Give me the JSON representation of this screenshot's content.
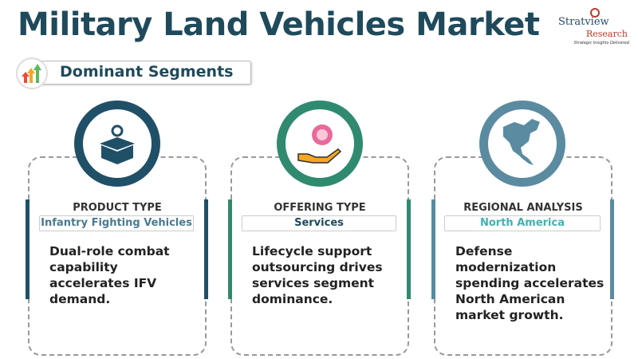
{
  "title": "Military Land Vehicles Market",
  "logo": {
    "name": "Stratview",
    "sub": "Research",
    "tagline": "Strategic Insights Delivered"
  },
  "section": "Dominant Segments",
  "cards": [
    {
      "heading": "PRODUCT TYPE",
      "value": "Infantry Fighting Vehicles",
      "description": "Dual-role combat capability accelerates IFV demand.",
      "color": "#1f5068",
      "icon": "box-gear-icon"
    },
    {
      "heading": "OFFERING TYPE",
      "value": "Services",
      "description": "Lifecycle support outsourcing drives services segment dominance.",
      "color": "#2f8a70",
      "icon": "hand-gear-icon"
    },
    {
      "heading": "REGIONAL ANALYSIS",
      "value": "North America",
      "description": "Defense modernization spending accelerates North American market growth.",
      "color": "#5b8ba1",
      "icon": "north-america-map-icon"
    }
  ]
}
